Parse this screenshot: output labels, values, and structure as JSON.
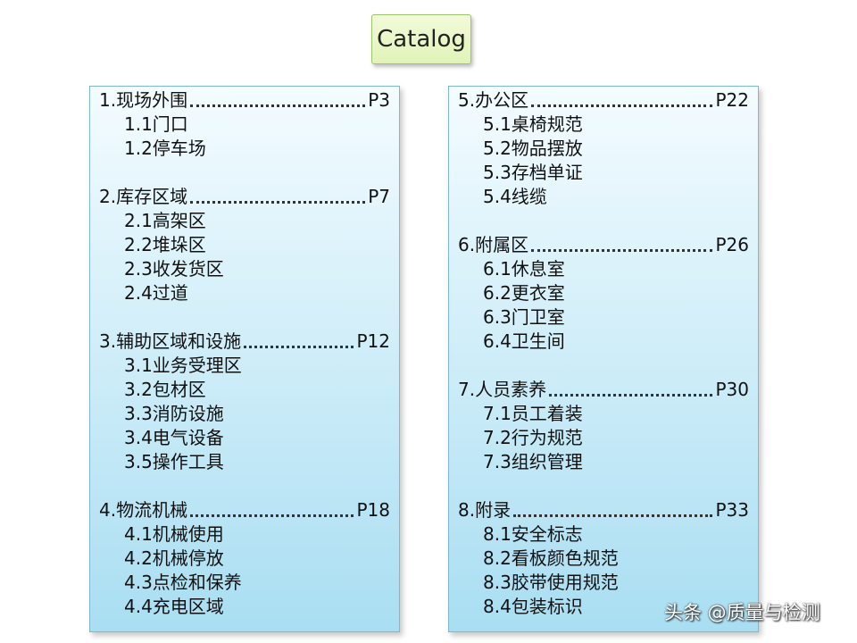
{
  "title": "Catalog",
  "left_sections": [
    {
      "head": "1.现场外围",
      "page": "P3",
      "items": [
        "1.1门口",
        "1.2停车场"
      ]
    },
    {
      "head": "2.库存区域",
      "page": "P7",
      "items": [
        "2.1高架区",
        "2.2堆垛区",
        "2.3收发货区",
        "2.4过道"
      ]
    },
    {
      "head": "3.辅助区域和设施",
      "page": "P12",
      "items": [
        "3.1业务受理区",
        "3.2包材区",
        "3.3消防设施",
        "3.4电气设备",
        "3.5操作工具"
      ]
    },
    {
      "head": "4.物流机械",
      "page": "P18",
      "items": [
        "4.1机械使用",
        "4.2机械停放",
        "4.3点检和保养",
        "4.4充电区域"
      ]
    }
  ],
  "right_sections": [
    {
      "head": "5.办公区",
      "page": "P22",
      "items": [
        "5.1桌椅规范",
        "5.2物品摆放",
        "5.3存档单证",
        "5.4线缆"
      ]
    },
    {
      "head": "6.附属区",
      "page": "P26",
      "items": [
        "6.1休息室",
        "6.2更衣室",
        "6.3门卫室",
        "6.4卫生间"
      ]
    },
    {
      "head": "7.人员素养",
      "page": "P30",
      "items": [
        "7.1员工着装",
        "7.2行为规范",
        "7.3组织管理"
      ]
    },
    {
      "head": "8.附录",
      "page": "P33",
      "items": [
        "8.1安全标志",
        "8.2看板颜色规范",
        "8.3胶带使用规范",
        "8.4包装标识"
      ]
    }
  ],
  "watermark": "头条 @质量与检测",
  "colors": {
    "title_bg": "#e1f3b8",
    "panel_bg": "#a9def2",
    "panel_border": "#7fb7cf"
  }
}
